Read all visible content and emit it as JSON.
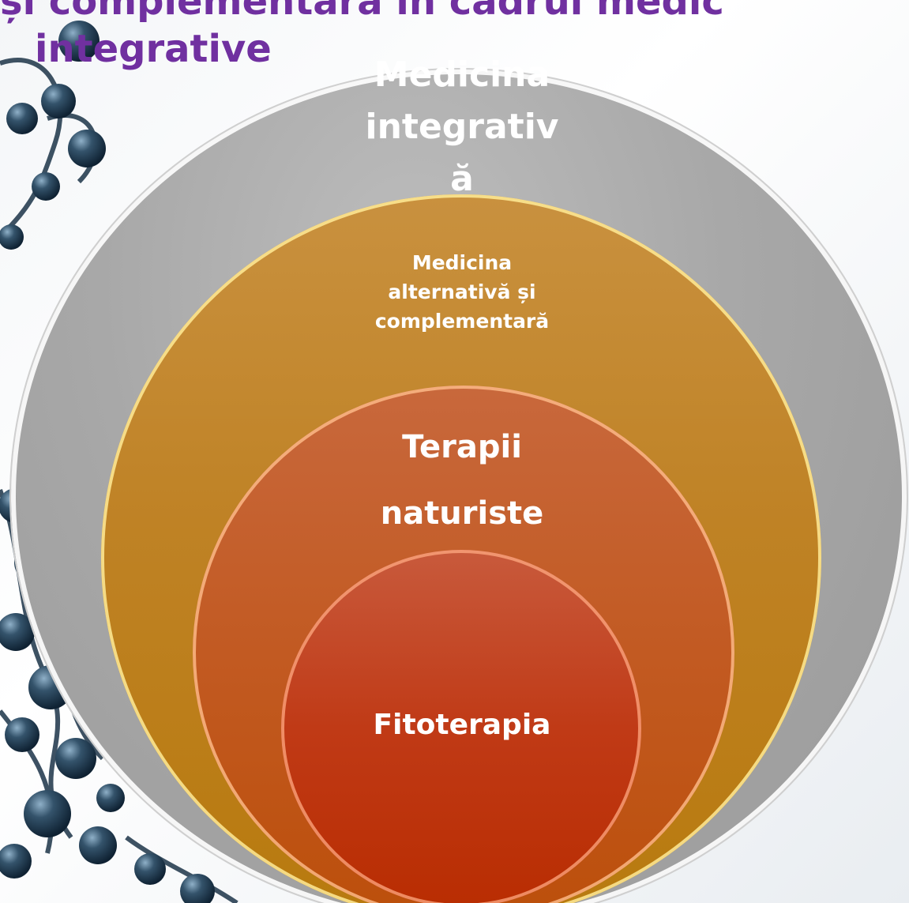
{
  "title": {
    "line1": "și complementară în cadrul medic",
    "line2": "integrative"
  },
  "diagram": {
    "type": "nested-circles",
    "circles": [
      {
        "label_lines": [
          "Medicina",
          "integrativ",
          "ă"
        ],
        "color": "#a8a8a8"
      },
      {
        "label_lines": [
          "Medicina",
          "alternativă și",
          "complementară"
        ],
        "color": "#bf8225"
      },
      {
        "label_lines": [
          "Terapii",
          "naturiste"
        ],
        "color": "#c25a22"
      },
      {
        "label_lines": [
          "Fitoterapia"
        ],
        "color": "#c03a16"
      }
    ]
  },
  "colors": {
    "title": "#7030a0",
    "label": "#ffffff"
  }
}
